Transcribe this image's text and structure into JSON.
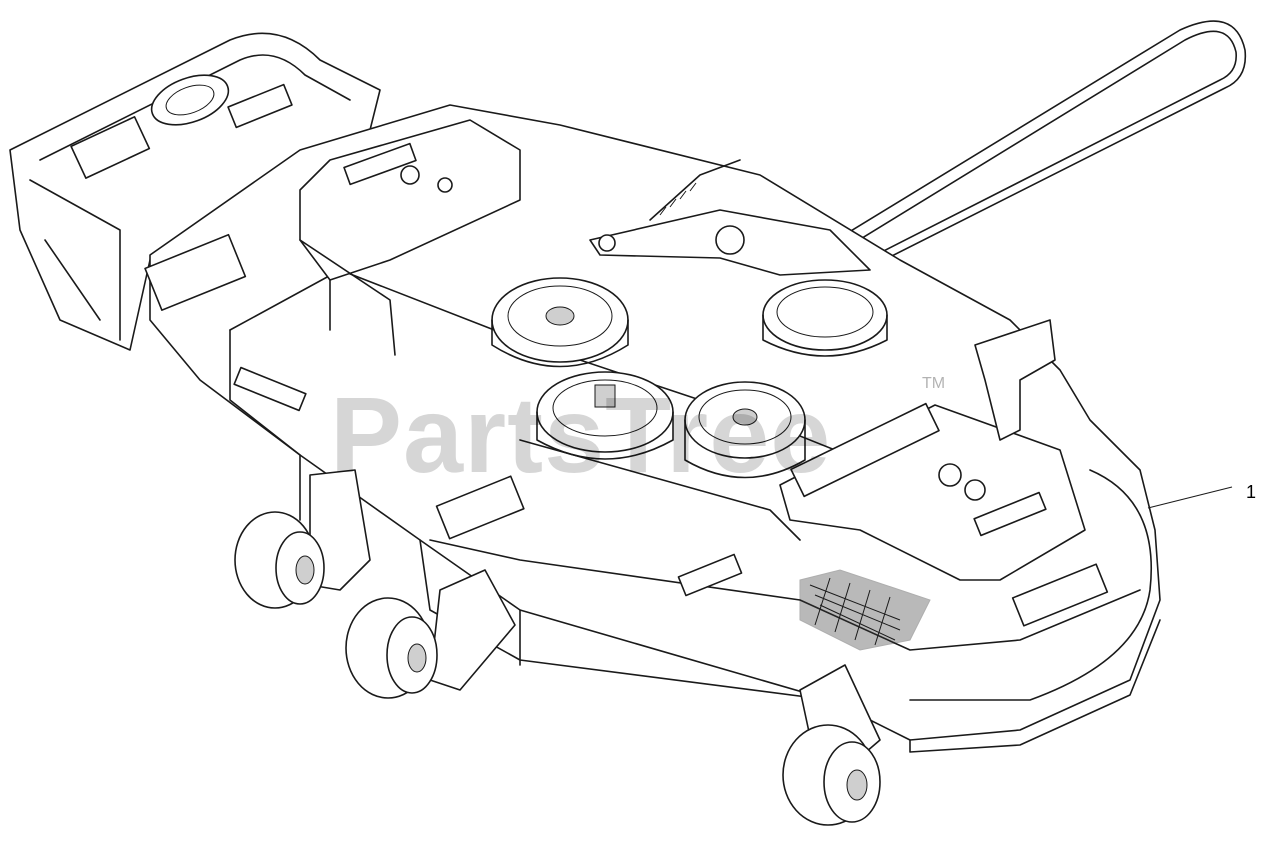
{
  "diagram": {
    "callouts": [
      {
        "id": "1",
        "label": "1"
      }
    ],
    "watermark": {
      "text": "PartsTree",
      "trademark": "TM"
    }
  }
}
